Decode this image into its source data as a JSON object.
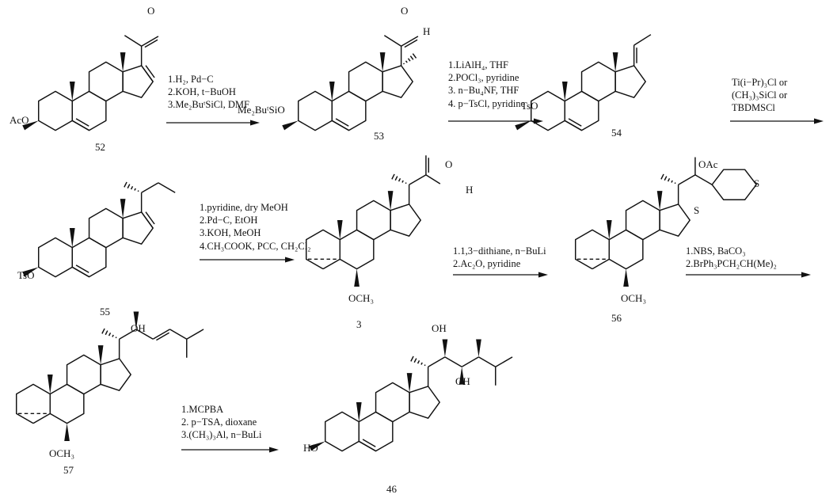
{
  "compounds": {
    "c52": {
      "number": "52",
      "substituent": "AcO",
      "carbonyl": "O"
    },
    "c53": {
      "number": "53",
      "substituent": "Me₂BuᵗSiO",
      "carbonyl": "O",
      "hydrogen": "H"
    },
    "c54": {
      "number": "54",
      "substituent": "TsO"
    },
    "c55": {
      "number": "55",
      "substituent": "TsO"
    },
    "c3": {
      "number": "3",
      "methoxy": "OCH₃",
      "carbonyl": "O",
      "hydrogen": "H"
    },
    "c56": {
      "number": "56",
      "methoxy": "OCH₃",
      "acetoxy": "OAc",
      "sulfur1": "S",
      "sulfur2": "S"
    },
    "c57": {
      "number": "57",
      "methoxy": "OCH₃",
      "hydroxy": "OH"
    },
    "c46": {
      "number": "46",
      "substituent": "HO",
      "hydroxy1": "OH",
      "hydroxy2": "OH"
    }
  },
  "steps": [
    {
      "reagents": [
        "1.H₂, Pd−C",
        "2.KOH, t−BuOH",
        "3.Me₂BuᵗSiCl, DMF"
      ]
    },
    {
      "reagents": [
        "1.LiAlH₄, THF",
        "2.POCl₃, pyridine",
        "3. n−Bu₄NF, THF",
        "4. p−TsCl, pyridine"
      ]
    },
    {
      "reagents": [
        "Ti(i−Pr)₃Cl or",
        "(CH₃)₃SiCl or",
        "TBDMSCl"
      ]
    },
    {
      "reagents": [
        "1.pyridine, dry MeOH",
        "2.Pd−C, EtOH",
        "3.KOH, MeOH",
        "4.CH₃COOK, PCC, CH₂Cl₂"
      ]
    },
    {
      "reagents": [
        "1.1,3−dithiane, n−BuLi",
        "2.Ac₂O, pyridine"
      ]
    },
    {
      "reagents": [
        "1.NBS, BaCO₃",
        "2.BrPh₃PCH₂CH(Me)₂"
      ]
    },
    {
      "reagents": [
        "1.MCPBA",
        "2. p−TSA, dioxane",
        "3.(CH₃)₃Al, n−BuLi"
      ]
    }
  ]
}
